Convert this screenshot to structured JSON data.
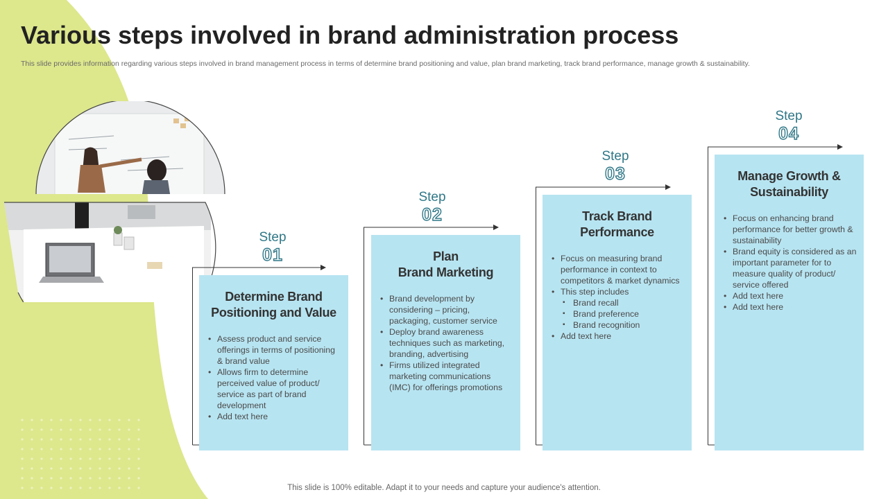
{
  "title": "Various steps involved in brand administration process",
  "subtitle": "This slide provides information regarding various steps involved in brand management process in terms of determine brand positioning and value, plan brand marketing, track brand performance, manage growth & sustainability.",
  "colors": {
    "accent_green": "#dde78c",
    "card_blue": "#b7e4f1",
    "step_teal": "#2f7787"
  },
  "steps": [
    {
      "label": "Step",
      "number": "01",
      "heading_lines": [
        "Determine Brand",
        "Positioning and Value"
      ],
      "bullets": [
        {
          "text": "Assess product and service offerings in terms of positioning & brand value",
          "level": 1
        },
        {
          "text": "Allows firm to determine perceived value of product/ service as part of brand development",
          "level": 1
        },
        {
          "text": "Add text here",
          "level": 1
        }
      ]
    },
    {
      "label": "Step",
      "number": "02",
      "heading_lines": [
        "Plan",
        "Brand Marketing"
      ],
      "bullets": [
        {
          "text": "Brand development by considering – pricing, packaging, customer service",
          "level": 1
        },
        {
          "text": "Deploy brand awareness techniques such as marketing, branding, advertising",
          "level": 1
        },
        {
          "text": "Firms utilized integrated marketing communications (IMC) for offerings promotions",
          "level": 1
        }
      ]
    },
    {
      "label": "Step",
      "number": "03",
      "heading_lines": [
        "Track Brand",
        "Performance"
      ],
      "bullets": [
        {
          "text": "Focus on measuring brand performance in context to competitors & market dynamics",
          "level": 1
        },
        {
          "text": "This step includes",
          "level": 1
        },
        {
          "text": "Brand recall",
          "level": 2
        },
        {
          "text": "Brand preference",
          "level": 2
        },
        {
          "text": "Brand recognition",
          "level": 2
        },
        {
          "text": "Add text here",
          "level": 1
        }
      ]
    },
    {
      "label": "Step",
      "number": "04",
      "heading_lines": [
        "Manage Growth &",
        "Sustainability"
      ],
      "bullets": [
        {
          "text": "Focus on enhancing brand performance for better growth & sustainability",
          "level": 1
        },
        {
          "text": "Brand equity is considered as an important parameter for to measure quality of product/ service offered",
          "level": 1
        },
        {
          "text": "Add text here",
          "level": 1
        },
        {
          "text": "Add text here",
          "level": 1
        }
      ]
    }
  ],
  "footer": "This slide is 100% editable. Adapt it to your needs and capture your audience's attention."
}
